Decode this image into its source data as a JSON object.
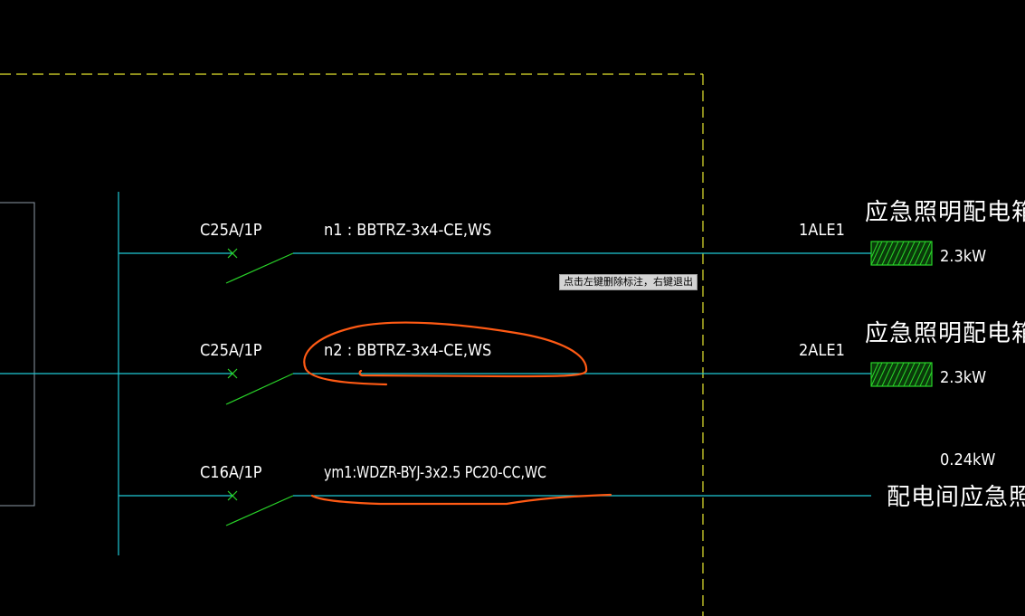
{
  "colors": {
    "background": "#000000",
    "bus_line": "#1fc9d6",
    "switch_line": "#29d429",
    "boundary_dash": "#e6e62e",
    "annotation": "#ff5a14",
    "hatch": "#29d429",
    "text": "#ffffff"
  },
  "tooltip": {
    "text": "点击左键删除标注，右键退出"
  },
  "circuits": [
    {
      "breaker": "C25A/1P",
      "cable": "n1 : BBTRZ-3x4-CE,WS",
      "box_code": "1ALE1",
      "load_name": "应急照明配电箱",
      "power": "2.3kW"
    },
    {
      "breaker": "C25A/1P",
      "cable": "n2 : BBTRZ-3x4-CE,WS",
      "box_code": "2ALE1",
      "load_name": "应急照明配电箱",
      "power": "2.3kW"
    },
    {
      "breaker": "C16A/1P",
      "cable": "ym1:WDZR-BYJ-3x2.5 PC20-CC,WC",
      "box_code": "",
      "load_name": "配电间应急照明",
      "power": "0.24kW"
    }
  ]
}
